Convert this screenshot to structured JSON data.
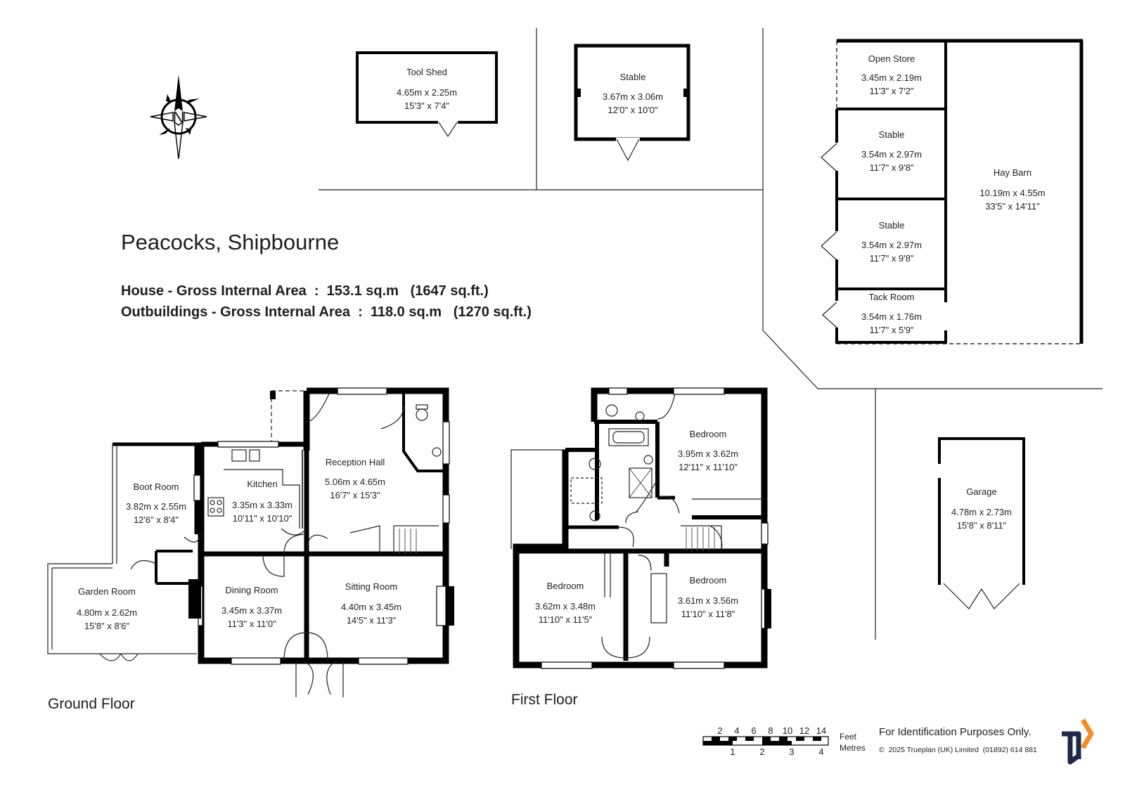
{
  "title": "Peacocks, Shipbourne",
  "area_house": "House - Gross Internal Area  :  153.1 sq.m   (1647 sq.ft.)",
  "area_outbuildings": "Outbuildings - Gross Internal Area  :  118.0 sq.m   (1270 sq.ft.)",
  "compass_label": "N",
  "floor_labels": {
    "ground": "Ground Floor",
    "first": "First Floor"
  },
  "rooms": {
    "tool_shed": {
      "name": "Tool Shed",
      "metric": "4.65m  x  2.25m",
      "imperial": "15'3\"  x  7'4\""
    },
    "stable_top": {
      "name": "Stable",
      "metric": "3.67m  x  3.06m",
      "imperial": "12'0\"  x  10'0\""
    },
    "open_store": {
      "name": "Open Store",
      "metric": "3.45m  x  2.19m",
      "imperial": "11'3\"  x  7'2\""
    },
    "stable_a": {
      "name": "Stable",
      "metric": "3.54m  x  2.97m",
      "imperial": "11'7\"  x  9'8\""
    },
    "stable_b": {
      "name": "Stable",
      "metric": "3.54m  x  2.97m",
      "imperial": "11'7\"  x  9'8\""
    },
    "tack_room": {
      "name": "Tack Room",
      "metric": "3.54m  x  1.76m",
      "imperial": "11'7\"  x  5'9\""
    },
    "hay_barn": {
      "name": "Hay Barn",
      "metric": "10.19m  x  4.55m",
      "imperial": "33'5\"  x  14'11\""
    },
    "garage": {
      "name": "Garage",
      "metric": "4.78m  x  2.73m",
      "imperial": "15'8\"  x  8'11\""
    },
    "boot_room": {
      "name": "Boot Room",
      "metric": "3.82m  x  2.55m",
      "imperial": "12'6\"  x  8'4\""
    },
    "kitchen": {
      "name": "Kitchen",
      "metric": "3.35m  x  3.33m",
      "imperial": "10'11\"  x  10'10\""
    },
    "reception_hall": {
      "name": "Reception Hall",
      "metric": "5.06m  x  4.65m",
      "imperial": "16'7\"  x  15'3\""
    },
    "garden_room": {
      "name": "Garden Room",
      "metric": "4.80m  x  2.62m",
      "imperial": "15'8\"  x  8'6\""
    },
    "dining_room": {
      "name": "Dining Room",
      "metric": "3.45m  x  3.37m",
      "imperial": "11'3\"  x  11'0\""
    },
    "sitting_room": {
      "name": "Sitting Room",
      "metric": "4.40m  x  3.45m",
      "imperial": "14'5\"  x  11'3\""
    },
    "bedroom_1": {
      "name": "Bedroom",
      "metric": "3.95m  x  3.62m",
      "imperial": "12'11\"  x  11'10\""
    },
    "bedroom_2": {
      "name": "Bedroom",
      "metric": "3.62m  x  3.48m",
      "imperial": "11'10\"  x  11'5\""
    },
    "bedroom_3": {
      "name": "Bedroom",
      "metric": "3.61m  x  3.56m",
      "imperial": "11'10\"  x  11'8\""
    }
  },
  "scale": {
    "feet_label": "Feet",
    "metres_label": "Metres",
    "feet_ticks": [
      "2",
      "4",
      "6",
      "8",
      "10",
      "12",
      "14"
    ],
    "metre_ticks": [
      "1",
      "2",
      "3",
      "4"
    ]
  },
  "disclaimer": "For Identification Purposes Only.",
  "copyright": "©  2025 Trueplan (UK) Limited  (01892) 614 881",
  "colors": {
    "logo_navy": "#1f2a4a",
    "logo_orange": "#f28c28",
    "walls": "#000000"
  }
}
